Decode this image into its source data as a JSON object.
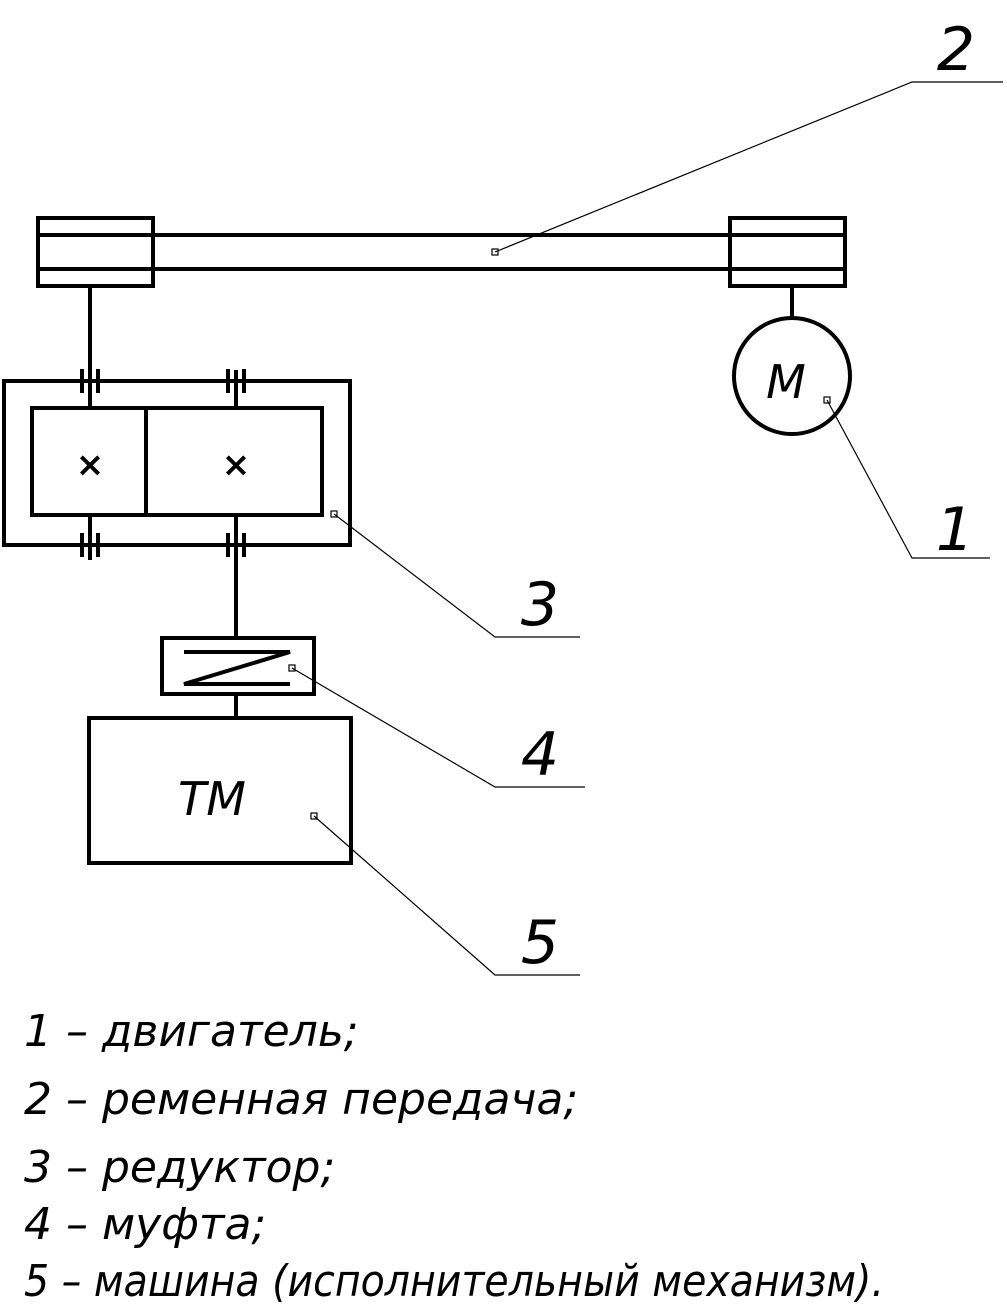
{
  "callouts": {
    "motor": "1",
    "belt": "2",
    "gearbox": "3",
    "coupling": "4",
    "machine": "5"
  },
  "symbols": {
    "motor": "M",
    "machine": "ТМ",
    "gear_mark": "×"
  },
  "legend": [
    "1 – двигатель;",
    "2 – ременная передача;",
    "3 – редуктор;",
    "4 – муфта;",
    "5 – машина (исполнительный механизм)."
  ]
}
